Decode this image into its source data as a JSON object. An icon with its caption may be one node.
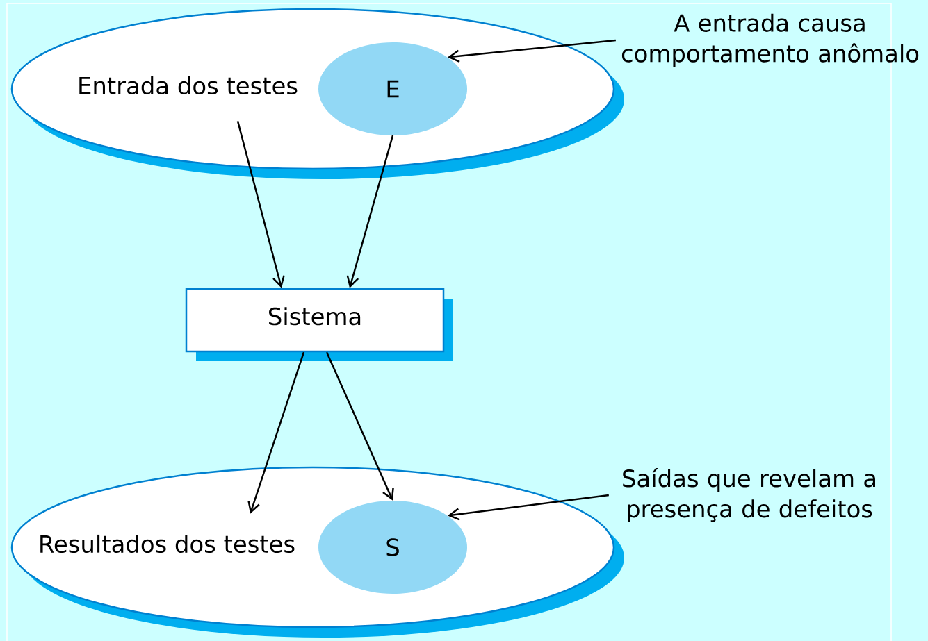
{
  "diagram": {
    "nodes": [
      {
        "text": [
          "Entrada dos testes"
        ]
      },
      {
        "text": [
          "E"
        ],
        "in": 0
      },
      {
        "text": [
          "A entrada causa comportamento anômalo"
        ]
      },
      {
        "text": [
          "Sistema"
        ]
      },
      {
        "text": [
          "Resultados dos testes"
        ]
      },
      {
        "text": [
          "S"
        ],
        "in": 4
      },
      {
        "text": [
          "Saídas que revelam a presença de defeitos"
        ]
      }
    ],
    "edges": [
      {
        "from": 0,
        "to": 3,
        "arrow": "to"
      },
      {
        "from": 1,
        "to": 3,
        "arrow": "to"
      },
      {
        "from": 2,
        "to": 1,
        "arrow": "to"
      },
      {
        "from": 3,
        "to": 4,
        "arrow": "to"
      },
      {
        "from": 3,
        "to": 5,
        "arrow": "to"
      },
      {
        "from": 6,
        "to": 5,
        "arrow": "to"
      }
    ]
  }
}
